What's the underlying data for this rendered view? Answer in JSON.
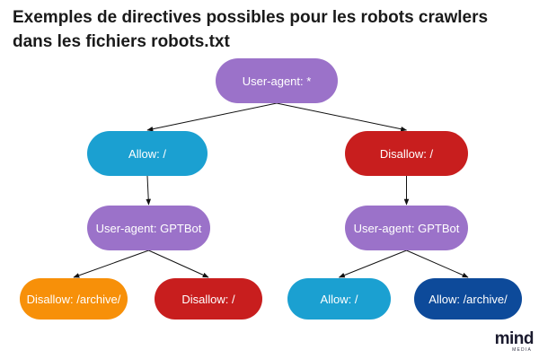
{
  "title": "Exemples de directives possibles pour les robots crawlers dans les fichiers robots.txt",
  "colors": {
    "purple": "#9b72c9",
    "cyan": "#1ba0d1",
    "red": "#c81e1e",
    "orange": "#f79009",
    "navy": "#0d4a9a",
    "edge": "#111111"
  },
  "nodes": {
    "root": {
      "label": "User-agent: *",
      "color": "purple"
    },
    "allow_root": {
      "label": "Allow: /",
      "color": "cyan"
    },
    "disallow_root": {
      "label": "Disallow: /",
      "color": "red"
    },
    "ua_gptbot_left": {
      "label": "User-agent: GPTBot",
      "color": "purple"
    },
    "ua_gptbot_right": {
      "label": "User-agent: GPTBot",
      "color": "purple"
    },
    "left_disallow_archive": {
      "label": "Disallow: /archive/",
      "color": "orange"
    },
    "left_disallow_root": {
      "label": "Disallow: /",
      "color": "red"
    },
    "right_allow_root": {
      "label": "Allow: /",
      "color": "cyan"
    },
    "right_allow_archive": {
      "label": "Allow: /archive/",
      "color": "navy"
    }
  },
  "edges": [
    [
      "root",
      "allow_root"
    ],
    [
      "root",
      "disallow_root"
    ],
    [
      "allow_root",
      "ua_gptbot_left"
    ],
    [
      "disallow_root",
      "ua_gptbot_right"
    ],
    [
      "ua_gptbot_left",
      "left_disallow_archive"
    ],
    [
      "ua_gptbot_left",
      "left_disallow_root"
    ],
    [
      "ua_gptbot_right",
      "right_allow_root"
    ],
    [
      "ua_gptbot_right",
      "right_allow_archive"
    ]
  ],
  "brand": {
    "name": "mind",
    "tagline": "MEDIA"
  }
}
